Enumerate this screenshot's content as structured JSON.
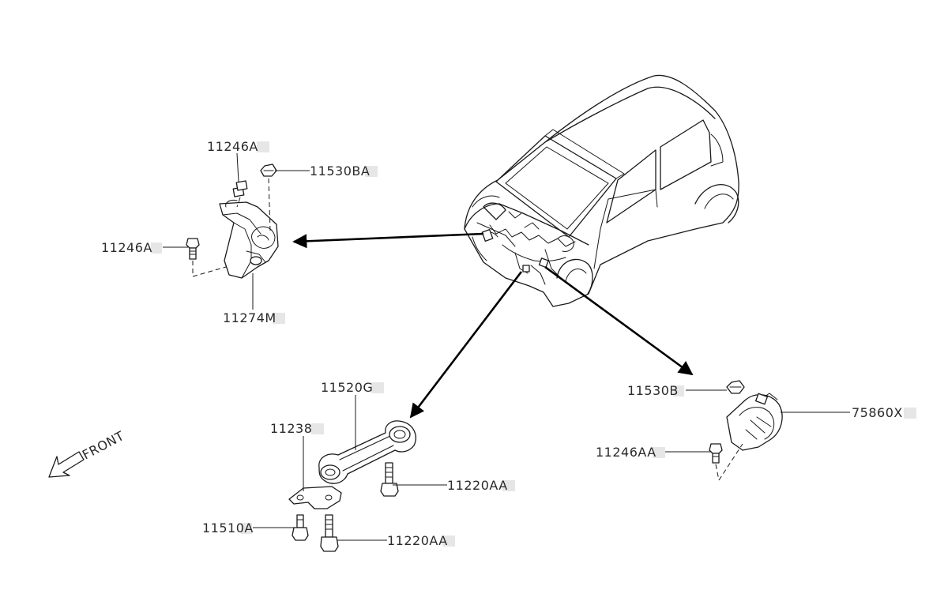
{
  "labels": {
    "p_11246A_top": "11246A",
    "p_11530BA": "11530BA",
    "p_11246A_left": "11246A",
    "p_11274M": "11274M",
    "p_11520G": "11520G",
    "p_11238": "11238",
    "p_11220AA_a": "11220AA",
    "p_11510A": "11510A",
    "p_11220AA_b": "11220AA",
    "p_11530B": "11530B",
    "p_75860X": "75860X",
    "p_11246AA": "11246AA",
    "front": "FRONT"
  }
}
